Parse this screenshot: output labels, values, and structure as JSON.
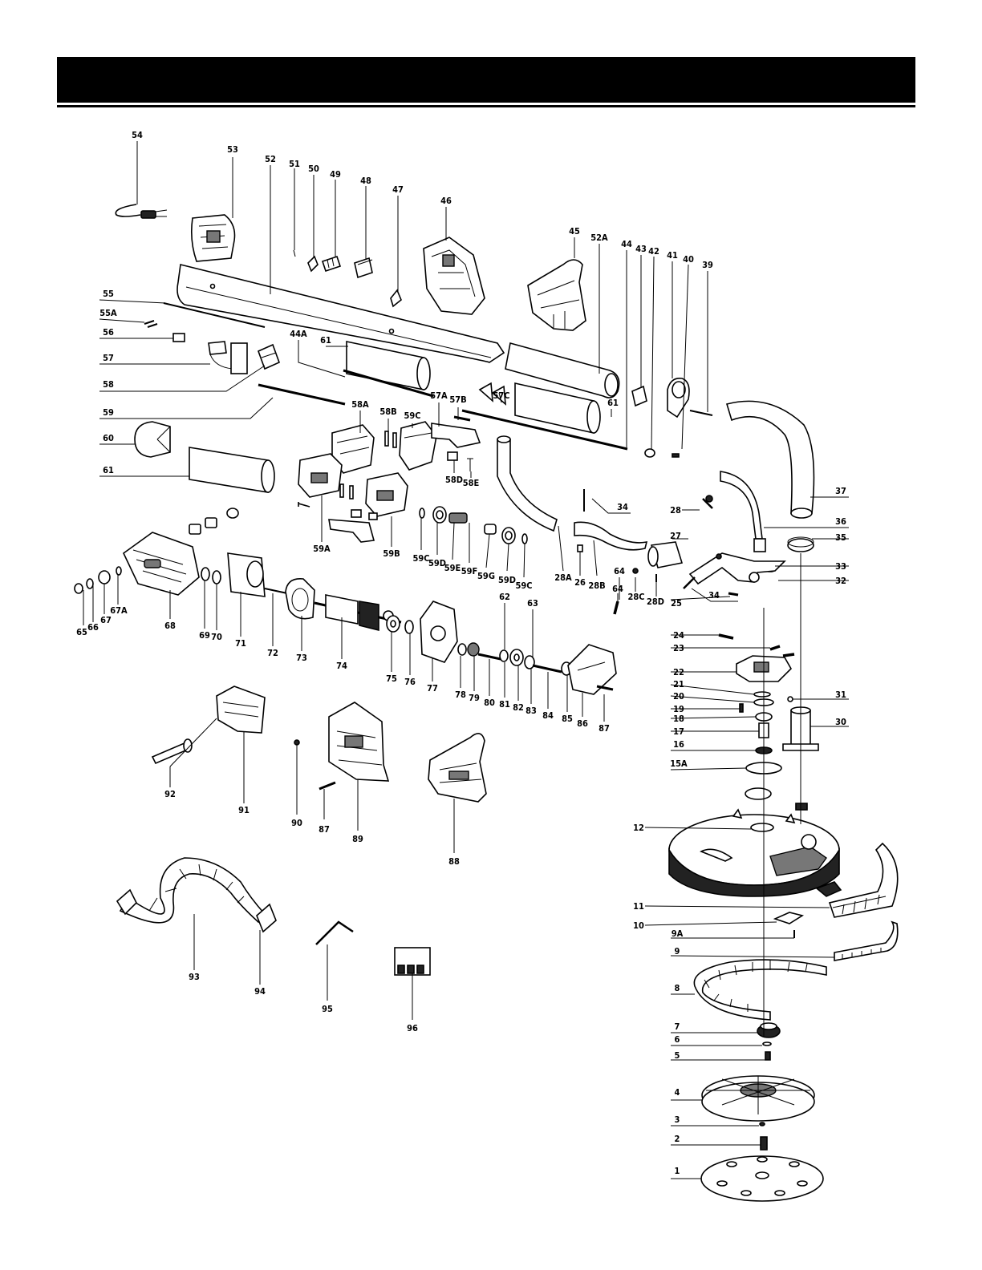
{
  "header": {
    "title": ""
  },
  "labels": {
    "l54": "54",
    "l53": "53",
    "l52": "52",
    "l51": "51",
    "l50": "50",
    "l49": "49",
    "l48": "48",
    "l47": "47",
    "l46": "46",
    "l45": "45",
    "l52A": "52A",
    "l44": "44",
    "l43": "43",
    "l42": "42",
    "l41": "41",
    "l40": "40",
    "l39": "39",
    "l55": "55",
    "l55A": "55A",
    "l56": "56",
    "l57": "57",
    "l58": "58",
    "l59": "59",
    "l60": "60",
    "l61a": "61",
    "l61b": "61",
    "l61c": "61",
    "l44A": "44A",
    "l58A": "58A",
    "l58B": "58B",
    "l59C": "59C",
    "l57A": "57A",
    "l57B": "57B",
    "l57C": "57C",
    "l58D": "58D",
    "l58E": "58E",
    "l59A": "59A",
    "l59B": "59B",
    "l59Ca": "59C",
    "l59D": "59D",
    "l59E": "59E",
    "l59F": "59F",
    "l59G": "59G",
    "l59Db": "59D",
    "l59Cb": "59C",
    "l28A": "28A",
    "l26": "26",
    "l28B": "28B",
    "l34a": "34",
    "l28": "28",
    "l27": "27",
    "l37": "37",
    "l36": "36",
    "l35": "35",
    "l33": "33",
    "l32": "32",
    "l34b": "34",
    "l25": "25",
    "l28C": "28C",
    "l28D": "28D",
    "l64a": "64",
    "l64b": "64",
    "l65": "65",
    "l66": "66",
    "l67": "67",
    "l67A": "67A",
    "l68": "68",
    "l69": "69",
    "l70": "70",
    "l71": "71",
    "l72": "72",
    "l73": "73",
    "l74": "74",
    "l75": "75",
    "l76": "76",
    "l77": "77",
    "l78": "78",
    "l79": "79",
    "l80": "80",
    "l81": "81",
    "l82": "82",
    "l83": "83",
    "l84": "84",
    "l85": "85",
    "l86": "86",
    "l87a": "87",
    "l62": "62",
    "l63": "63",
    "l24": "24",
    "l23": "23",
    "l22": "22",
    "l21": "21",
    "l20": "20",
    "l19": "19",
    "l18": "18",
    "l17": "17",
    "l16": "16",
    "l15A": "15A",
    "l31": "31",
    "l30": "30",
    "l92": "92",
    "l91": "91",
    "l90": "90",
    "l87b": "87",
    "l89": "89",
    "l88": "88",
    "l12": "12",
    "l11": "11",
    "l10": "10",
    "l9A": "9A",
    "l9": "9",
    "l8": "8",
    "l7": "7",
    "l6": "6",
    "l5": "5",
    "l4": "4",
    "l3": "3",
    "l2": "2",
    "l1": "1",
    "l93": "93",
    "l94": "94",
    "l95": "95",
    "l96": "96"
  }
}
